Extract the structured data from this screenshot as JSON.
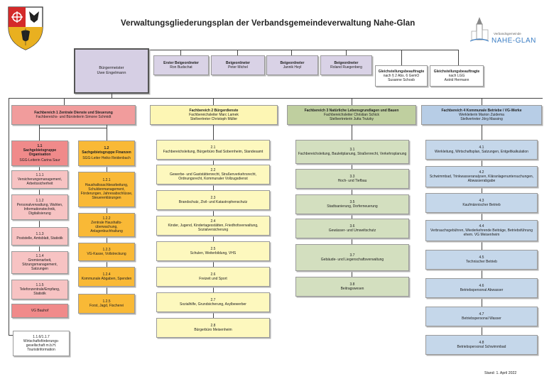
{
  "title": "Verwaltungsgliederungsplan der Verbandsgemeindeverwaltung Nahe-Glan",
  "logo_text": "NAHE-GLAN",
  "logo_subtext": "Verbandsgemeinde",
  "stand": "Stand: 1. April 2022",
  "leadership": [
    {
      "role": "Bürgermeister",
      "name": "Uwe Engelmann"
    },
    {
      "role": "Erster Beigeordneter",
      "name": "Ron Budschat"
    },
    {
      "role": "Beigeordneter",
      "name": "Peter Michel"
    },
    {
      "role": "Beigeordneter",
      "name": "Jannik Heyl"
    },
    {
      "role": "Beigeordneter",
      "name": "Roland Ruegenberg"
    }
  ],
  "gleich": [
    {
      "line1": "Gleichstellungsbeauftragte",
      "line2": "nach § 2 Abs. 6 GemO",
      "name": "Susanne Schosb"
    },
    {
      "line1": "Gleichstellungsbeauftragte",
      "line2": "nach LGG",
      "name": "Astrid Hermann"
    }
  ],
  "fb": [
    {
      "title": "Fachbereich 1 Zentrale Dienste und Steuerung",
      "line2": "Fachbereichs- und Büroleiterin Simone Schmidt",
      "line3": ""
    },
    {
      "title": "Fachbereich 2 Bürgerdienste",
      "line2": "Fachbereichsleiter Marc Lamek",
      "line3": "Stellvertreter Christoph Müller"
    },
    {
      "title": "Fachbereich 3 Natürliche Lebensgrundlagen und Bauen",
      "line2": "Fachbereichsleiter Christian Schick",
      "line3": "Stellvertreterin Jutta Trutzky"
    },
    {
      "title": "Fachbereich 4 Kommunale Betriebe / VG-Werke",
      "line2": "Werkleiterin Marion Zuidema",
      "line3": "Stellvertreter Jörg Massing"
    }
  ],
  "sg11": {
    "num": "1.1",
    "title": "Sachgebietsgruppe Organisation",
    "leader": "SGG-Leiterin Carina Saur"
  },
  "sg12": {
    "num": "1.2",
    "title": "Sachgebietsgruppe Finanzen",
    "leader": "SGG-Leiter Heiko Reidenbach"
  },
  "fb1a": [
    {
      "num": "1.1.1",
      "text": "Versicherungsmanagement, Arbeitssicherheit"
    },
    {
      "num": "1.1.2",
      "text": "Personalverwaltung, Wahlen, Informationstechnik, Digitalisierung"
    },
    {
      "num": "1.1.3",
      "text": "Poststelle, Amtsblatt, Statistik"
    },
    {
      "num": "1.1.4",
      "text": "Gremienarbeit, Sitzungsmanagement, Satzungen"
    },
    {
      "num": "1.1.5",
      "text": "Telefonzentrale/Empfang, Statistik"
    },
    {
      "num": "",
      "text": "VG Bauhof"
    }
  ],
  "fb1b": [
    {
      "num": "1.2.1",
      "text": "Haushaltssachbearbeitung, Schuldenmanagement, Förderungen, Jahresabschlüsse, Steuererklärungen"
    },
    {
      "num": "1.2.2",
      "text": "Zentrale Haushalts-überwachung, Anlagenbuchhaltung"
    },
    {
      "num": "1.2.3",
      "text": "VG-Kasse, Vollstreckung"
    },
    {
      "num": "1.2.4",
      "text": "Kommunale Abgaben, Spenden"
    },
    {
      "num": "1.2.5",
      "text": "Forst, Jagd, Fischerei"
    }
  ],
  "fb1c": {
    "num": "1.1.6/1.1.7",
    "text": "Wirtschaftsförderungs-gesellschaft m.b.H. Touristinformation"
  },
  "fb2": [
    {
      "num": "2.1",
      "text": "Fachbereichsleitung, Bürgerbüro Bad Sobernheim, Standesamt"
    },
    {
      "num": "2.2",
      "text": "Gewerbe- und Gaststättenrecht, Straßenverkehrsrecht, Ordnungsrecht, Kommunaler Vollzugsdienst"
    },
    {
      "num": "2.3",
      "text": "Brandschutz, Zivil- und Katastrophenschutz"
    },
    {
      "num": "2.4",
      "text": "Kinder, Jugend, Kindertagesstätten, Friedhofsverwaltung, Sozialversicherung"
    },
    {
      "num": "2.5",
      "text": "Schulen, Weiterbildung, VHS"
    },
    {
      "num": "2.6",
      "text": "Freizeit und Sport"
    },
    {
      "num": "2.7",
      "text": "Sozialhilfe, Grundsicherung, Asylbewerber"
    },
    {
      "num": "2.8",
      "text": "Bürgerbüro Meisenheim"
    }
  ],
  "fb3": [
    {
      "num": "3.1",
      "text": "Fachbereichsleitung, Bauleitplanung, Straßenrecht, Verkehrsplanung"
    },
    {
      "num": "3.3",
      "text": "Hoch- und Tiefbau"
    },
    {
      "num": "3.5",
      "text": "Stadtsanierung, Dorferneuerung"
    },
    {
      "num": "3.6",
      "text": "Gewässer- und Umweltschutz"
    },
    {
      "num": "3.7",
      "text": "Gebäude- und Liegenschaftsverwaltung"
    },
    {
      "num": "3.8",
      "text": "Beitragswesen"
    }
  ],
  "fb4": [
    {
      "num": "4.1",
      "text": "Werkleitung, Wirtschaftsplan, Satzungen, Entgeltkalkulation"
    },
    {
      "num": "4.2",
      "text": "Schwimmbad, Trinkwasseranalysen, Kläranlagenuntersuchungen, Abwasserabgabe"
    },
    {
      "num": "4.3",
      "text": "Kaufmännischer Betrieb"
    },
    {
      "num": "4.4",
      "text": "Verbrauchsgebühren, Wiederkehrende Beiträge, Betriebsführung ehem. VG Meisenheim"
    },
    {
      "num": "4.5",
      "text": "Technischer Betrieb"
    },
    {
      "num": "4.6",
      "text": "Betriebspersonal Abwasser"
    },
    {
      "num": "4.7",
      "text": "Betriebspersonal Wasser"
    },
    {
      "num": "4.8",
      "text": "Betriebspersonal Schwimmbad"
    }
  ],
  "colors": {
    "fb1": "#f08a8a",
    "fb1_sub": "#f9b936",
    "fb2": "#fdf8be",
    "fb3": "#d3dfbf",
    "fb4": "#c5d7ea",
    "leadership": "#d9d2e6"
  }
}
